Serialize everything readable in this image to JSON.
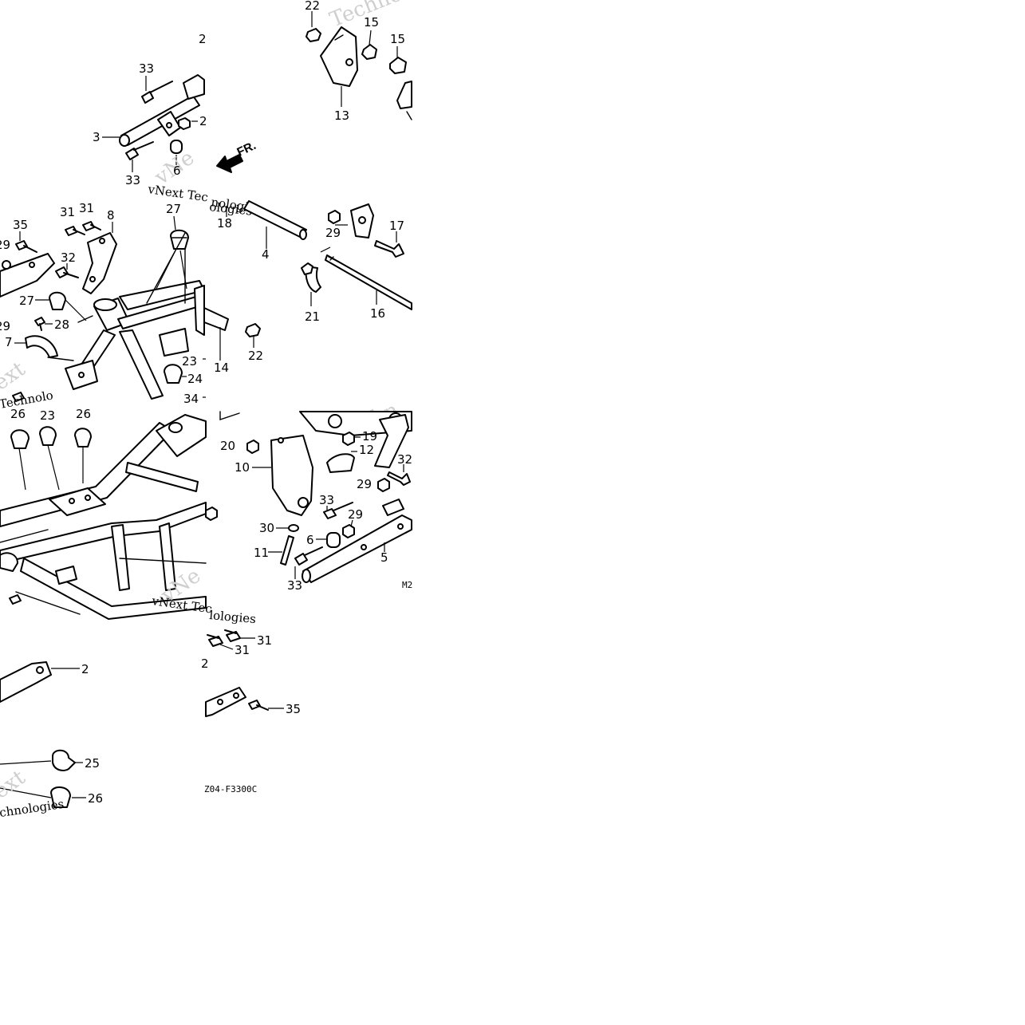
{
  "image": {
    "width": 1285,
    "height": 1285,
    "background": "#ffffff",
    "line_color": "#000000",
    "watermark_color": "#cfcfcf"
  },
  "diagram": {
    "drawing_code": "Z04-F3300C",
    "direction_label": "FR.",
    "model_code_fragment": "M2",
    "watermarks": {
      "vendor": "vNext Tec",
      "vendor_fragment": "vNe",
      "vendor_fragment_short": "ext",
      "technologies": "Technologies",
      "technologies_fragment": "Technolo",
      "technologies_lower": "nologies",
      "technologies_short": "chnologies",
      "technologies_tail": "ologies",
      "tech_prefix": "Techn",
      "tech_prefix_short": "Techno",
      "nologies_short": "lologies"
    },
    "callouts": [
      "22",
      "15",
      "15",
      "13",
      "2",
      "33",
      "3",
      "2",
      "33",
      "6",
      "27",
      "8",
      "31",
      "31",
      "35",
      "29",
      "32",
      "27",
      "28",
      "29",
      "7",
      "14",
      "22",
      "23",
      "24",
      "34",
      "18",
      "4",
      "29",
      "17",
      "21",
      "16",
      "26",
      "23",
      "26",
      "20",
      "10",
      "19",
      "12",
      "32",
      "29",
      "33",
      "29",
      "30",
      "6",
      "5",
      "11",
      "33",
      "2",
      "31",
      "31",
      "2",
      "35",
      "25",
      "26"
    ]
  }
}
